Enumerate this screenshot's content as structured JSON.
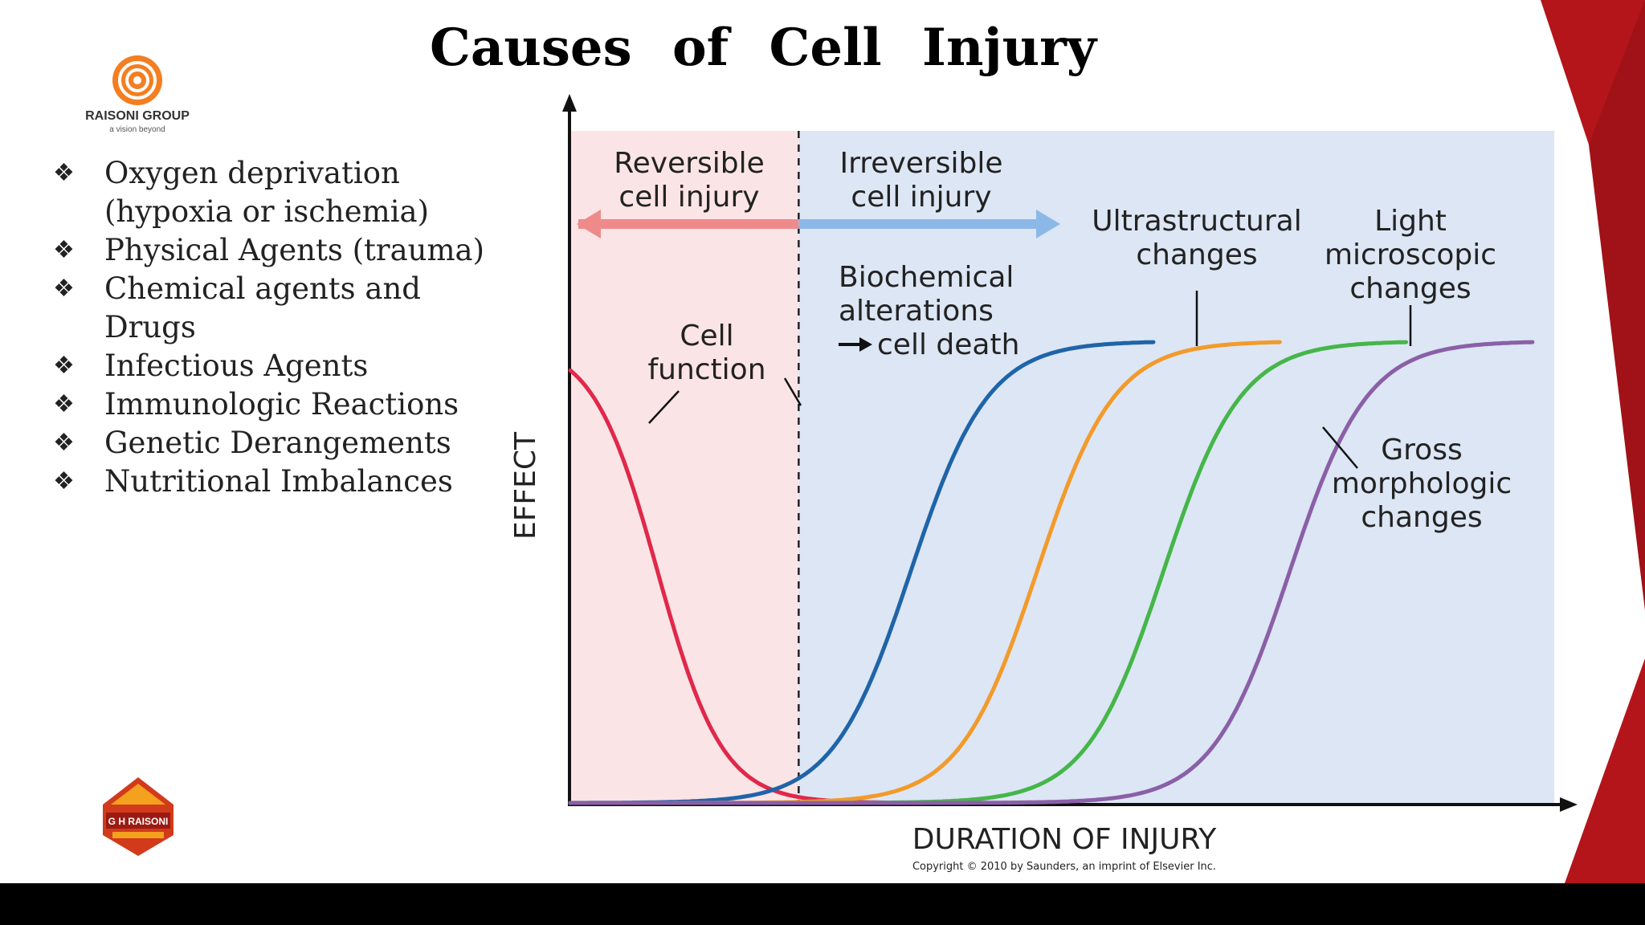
{
  "slide": {
    "title": "Causes  of  Cell  Injury",
    "logo_top": {
      "brand": "RAISONI GROUP",
      "tagline": "a vision beyond"
    },
    "logo_bottom": {
      "text": "G H RAISONI"
    },
    "bullet_icon": "diamond-bullet-icon",
    "bullets": [
      {
        "lines": [
          "Oxygen deprivation",
          "(hypoxia or ischemia)"
        ]
      },
      {
        "lines": [
          "Physical  Agents (trauma)"
        ]
      },
      {
        "lines": [
          "Chemical agents and",
          "Drugs"
        ]
      },
      {
        "lines": [
          "Infectious Agents"
        ]
      },
      {
        "lines": [
          "Immunologic  Reactions"
        ]
      },
      {
        "lines": [
          "Genetic  Derangements"
        ]
      },
      {
        "lines": [
          "Nutritional  Imbalances"
        ]
      }
    ]
  },
  "colors": {
    "reversible_bg": "#fbe4e6",
    "irreversible_bg": "#dce6f4",
    "reversible_arrow": "#ef8a8a",
    "irreversible_arrow": "#8cb8e8",
    "accent_red": "#b3151b"
  },
  "chart_data": {
    "type": "line",
    "xlabel": "DURATION OF INJURY",
    "ylabel": "EFFECT",
    "xlim": [
      0,
      100
    ],
    "ylim": [
      0,
      100
    ],
    "reversible_boundary_x": 23.5,
    "regions": [
      {
        "label_lines": [
          "Reversible",
          "cell injury"
        ],
        "x_range": [
          0,
          23.5
        ]
      },
      {
        "label_lines": [
          "Irreversible",
          "cell injury"
        ],
        "x_range": [
          23.5,
          100
        ]
      }
    ],
    "series": [
      {
        "label_lines": [
          "Cell",
          "function"
        ],
        "color": "#e0284a",
        "direction": "decreasing",
        "midpoint_x": 9,
        "steepness": 0.3
      },
      {
        "label_lines": [
          "Biochemical",
          "alterations",
          "cell death"
        ],
        "color": "#1f64a8",
        "direction": "increasing",
        "midpoint_x": 35,
        "steepness": 0.25
      },
      {
        "label_lines": [
          "Ultrastructural",
          "changes"
        ],
        "color": "#f39a2b",
        "direction": "increasing",
        "midpoint_x": 48,
        "steepness": 0.25
      },
      {
        "label_lines": [
          "Light",
          "microscopic",
          "changes"
        ],
        "color": "#45b649",
        "direction": "increasing",
        "midpoint_x": 61,
        "steepness": 0.25
      },
      {
        "label_lines": [
          "Gross",
          "morphologic",
          "changes"
        ],
        "color": "#8b5fa8",
        "direction": "increasing",
        "midpoint_x": 74,
        "steepness": 0.25
      }
    ],
    "copyright": "Copyright © 2010 by Saunders, an imprint of Elsevier Inc."
  }
}
